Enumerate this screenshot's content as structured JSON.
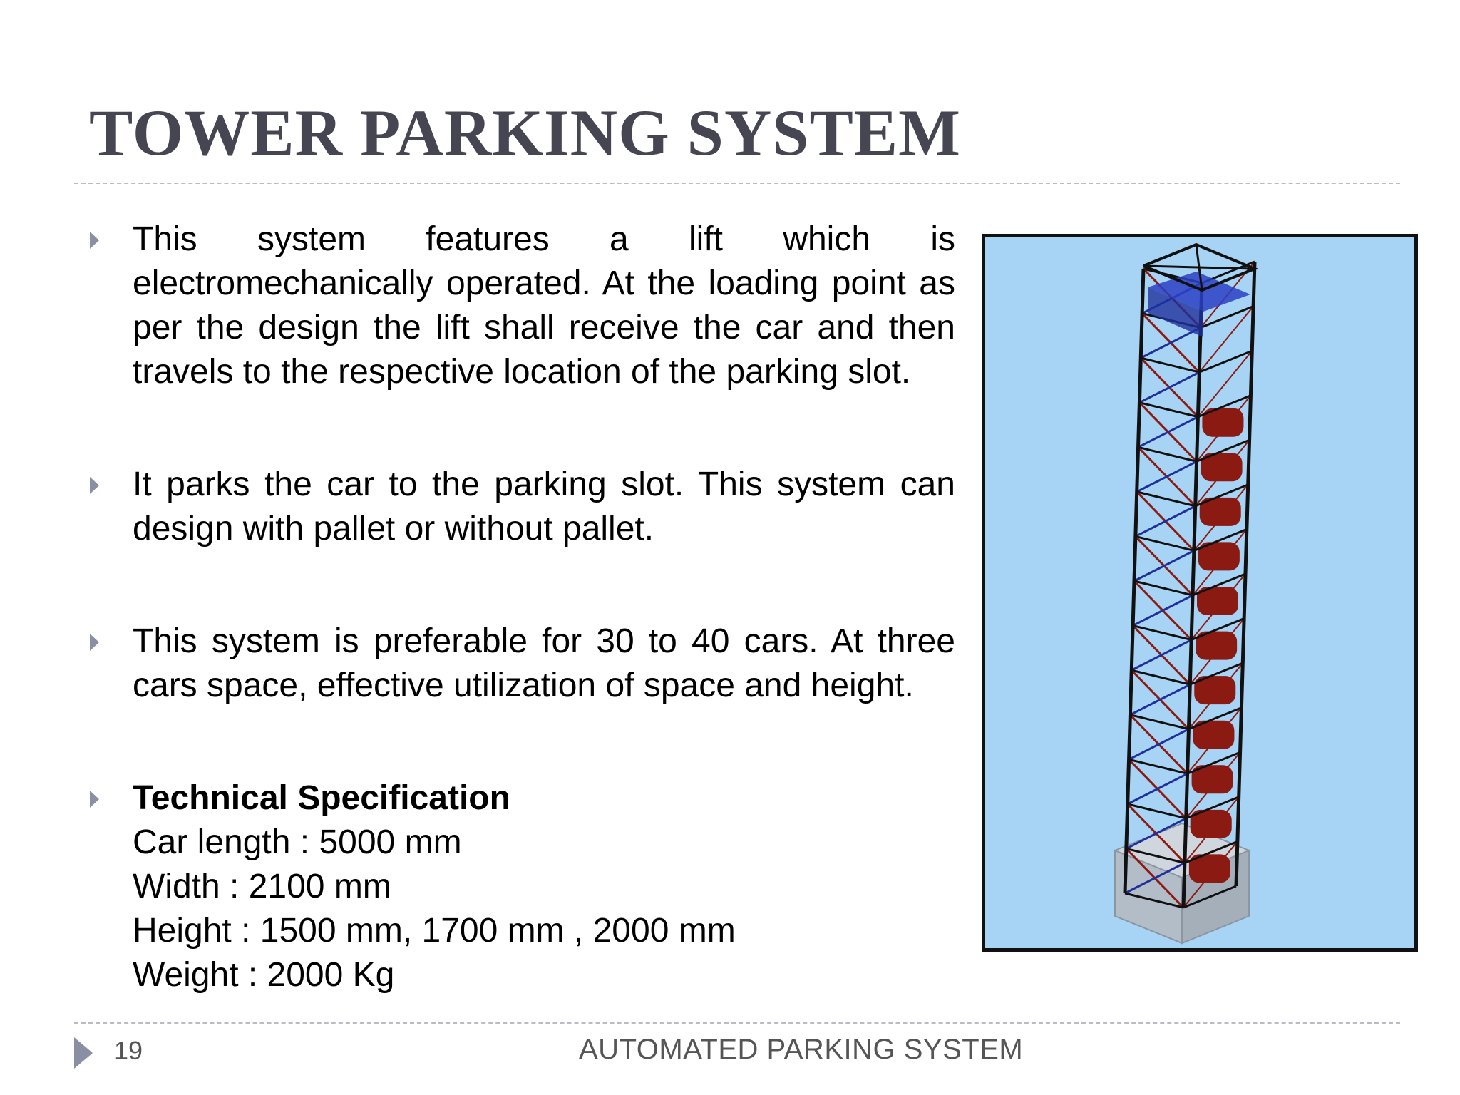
{
  "slide": {
    "title": "TOWER PARKING SYSTEM",
    "bullets": [
      "This system features a lift which is electromechanically operated.  At the loading point as per the design the lift shall receive the car and then travels to the respective location of the parking slot.",
      "It parks the car to the parking slot. This system can design with pallet or without pallet.",
      "This system is preferable for 30 to 40 cars. At three cars space, effective utilization of space and height."
    ],
    "spec": {
      "heading": "Technical Specification",
      "lines": [
        "Car length : 5000 mm",
        "Width : 2100 mm",
        "Height : 1500 mm, 1700 mm , 2000 mm",
        "Weight : 2000 Kg"
      ]
    }
  },
  "footer": {
    "page_number": "19",
    "text": "AUTOMATED PARKING SYSTEM"
  },
  "colors": {
    "title": "#464653",
    "bullet_marker": "#8a8fa3",
    "figure_background": "#a7d4f4",
    "frame_blue": "#1f2f9c",
    "car_red": "#8b1a12"
  },
  "icons": {
    "bullet": "triangle-right-icon",
    "footer": "triangle-right-icon"
  }
}
